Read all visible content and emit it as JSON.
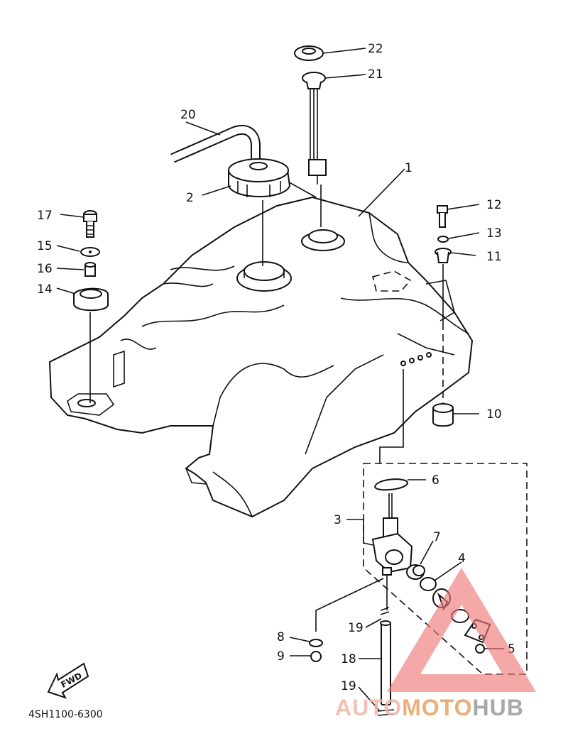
{
  "callouts": {
    "c1": "1",
    "c2": "2",
    "c3": "3",
    "c4": "4",
    "c5": "5",
    "c6": "6",
    "c7": "7",
    "c8": "8",
    "c9": "9",
    "c10": "10",
    "c11": "11",
    "c12": "12",
    "c13": "13",
    "c14": "14",
    "c15": "15",
    "c16": "16",
    "c17": "17",
    "c18": "18",
    "c19a": "19",
    "c19b": "19",
    "c20": "20",
    "c21": "21",
    "c22": "22"
  },
  "fwd_label": "FWD",
  "diagram_code": "4SH1100-6300",
  "watermark": {
    "part1": "AUTO",
    "part2": "MOTO",
    "part3": "HUB",
    "color1": "#f2b7a8",
    "color2": "#e8a060",
    "color3": "#9a9a9a",
    "triangle_color": "#ee7777"
  }
}
